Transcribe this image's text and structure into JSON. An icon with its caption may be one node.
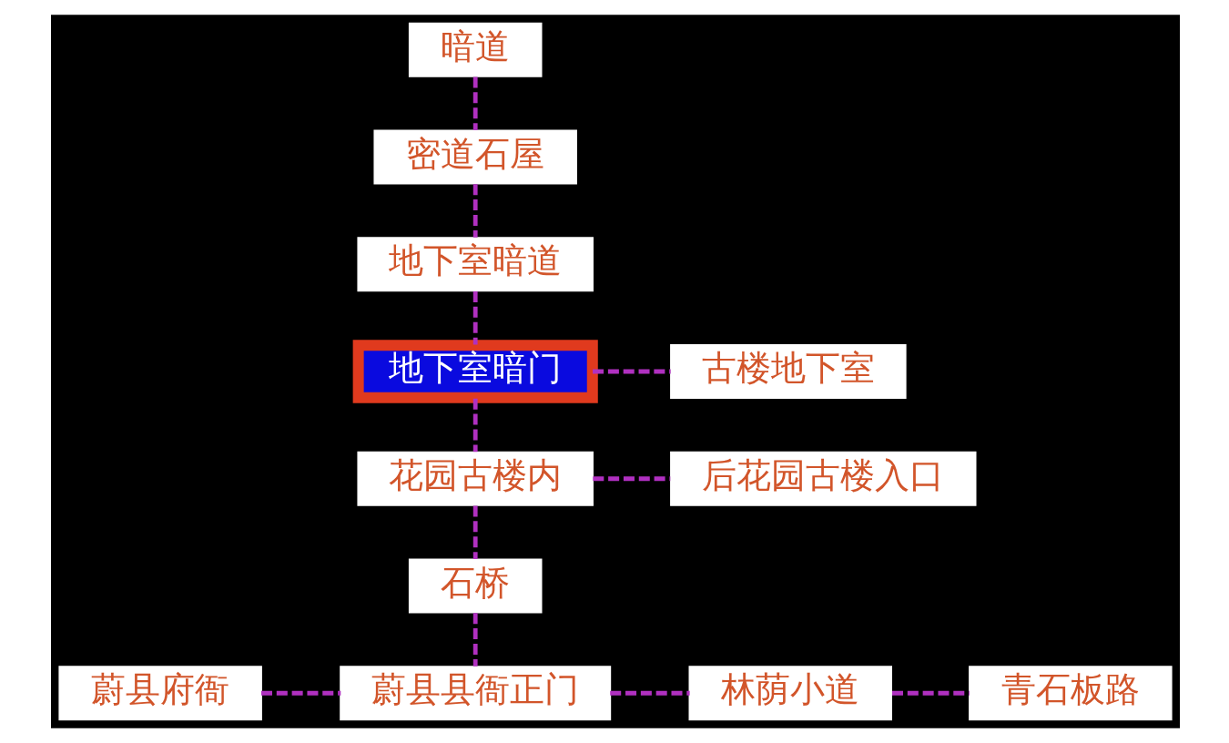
{
  "diagram": {
    "nodes": [
      {
        "text": [
          "暗道"
        ]
      },
      {
        "text": [
          "密道石屋"
        ]
      },
      {
        "text": [
          "地下室暗道"
        ]
      },
      {
        "text": [
          "地下室暗门"
        ]
      },
      {
        "text": [
          "古楼地下室"
        ]
      },
      {
        "text": [
          "花园古楼内"
        ]
      },
      {
        "text": [
          "后花园古楼入口"
        ]
      },
      {
        "text": [
          "石桥"
        ]
      },
      {
        "text": [
          "蔚县府衙"
        ]
      },
      {
        "text": [
          "蔚县县衙正门"
        ]
      },
      {
        "text": [
          "林荫小道"
        ]
      },
      {
        "text": [
          "青石板路"
        ]
      }
    ],
    "edges": [
      {
        "from": 0,
        "to": 1,
        "arrow": "none",
        "style": "dashed"
      },
      {
        "from": 1,
        "to": 2,
        "arrow": "none",
        "style": "dashed"
      },
      {
        "from": 2,
        "to": 3,
        "arrow": "none",
        "style": "dashed"
      },
      {
        "from": 3,
        "to": 4,
        "arrow": "none",
        "style": "dashed"
      },
      {
        "from": 3,
        "to": 5,
        "arrow": "none",
        "style": "dashed"
      },
      {
        "from": 5,
        "to": 6,
        "arrow": "none",
        "style": "dashed"
      },
      {
        "from": 5,
        "to": 7,
        "arrow": "none",
        "style": "dashed"
      },
      {
        "from": 7,
        "to": 9,
        "arrow": "none",
        "style": "dashed"
      },
      {
        "from": 8,
        "to": 9,
        "arrow": "none",
        "style": "dashed"
      },
      {
        "from": 9,
        "to": 10,
        "arrow": "none",
        "style": "dashed"
      },
      {
        "from": 10,
        "to": 11,
        "arrow": "none",
        "style": "dashed"
      }
    ]
  }
}
